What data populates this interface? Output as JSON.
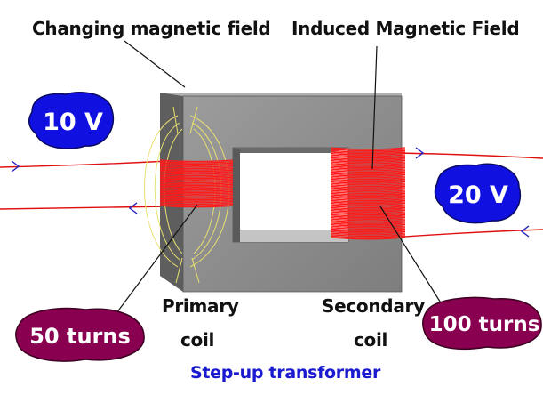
{
  "labels": {
    "changing_field": "Changing magnetic field",
    "induced_field": "Induced Magnetic Field",
    "primary_line1": "Primary",
    "primary_line2": "coil",
    "secondary_line1": "Secondary",
    "secondary_line2": "coil",
    "title": "Step-up transformer"
  },
  "badges": {
    "input_voltage": "10 V",
    "output_voltage": "20 V",
    "primary_turns": "50 turns",
    "secondary_turns": "100 turns"
  },
  "colors": {
    "voltage_badge": "#1010e0",
    "turns_badge": "#8a0050",
    "coil": "#ff1010",
    "wire": "#e01010",
    "flux_lines": "#e8e070",
    "core_front": "#8a8a8a",
    "core_side": "#5e5e5e",
    "title": "#1a1ad0"
  }
}
